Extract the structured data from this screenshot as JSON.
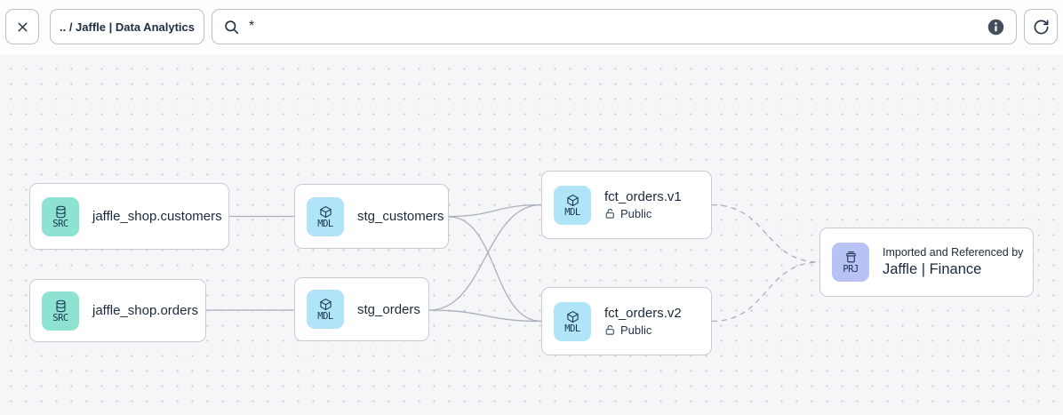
{
  "toolbar": {
    "close_button": {
      "icon": "close-icon"
    },
    "breadcrumb": {
      "label": ".. / Jaffle | Data Analytics"
    },
    "search": {
      "icon": "search-icon",
      "value": "*",
      "placeholder": "",
      "info_icon": "info-icon"
    },
    "refresh_button": {
      "icon": "refresh-icon"
    }
  },
  "colors": {
    "canvas_bg": "#f5f6f8",
    "dot": "#c9ccd3",
    "node_border": "#c7ccd4",
    "edge": "#a9b0bc",
    "text": "#1b2a3b",
    "source_badge_bg": "#8de2d2",
    "model_badge_bg": "#b0e4f8",
    "project_badge_bg": "#b9c2f5"
  },
  "graph": {
    "nodes": [
      {
        "id": "jaffle_shop_customers",
        "type": "source",
        "badge": "SRC",
        "icon": "database-icon",
        "label": "jaffle_shop.customers"
      },
      {
        "id": "jaffle_shop_orders",
        "type": "source",
        "badge": "SRC",
        "icon": "database-icon",
        "label": "jaffle_shop.orders"
      },
      {
        "id": "stg_customers",
        "type": "model",
        "badge": "MDL",
        "icon": "cube-icon",
        "label": "stg_customers"
      },
      {
        "id": "stg_orders",
        "type": "model",
        "badge": "MDL",
        "icon": "cube-icon",
        "label": "stg_orders"
      },
      {
        "id": "fct_orders_v1",
        "type": "model",
        "badge": "MDL",
        "icon": "cube-icon",
        "label": "fct_orders.v1",
        "access": "Public",
        "access_icon": "unlock-icon"
      },
      {
        "id": "fct_orders_v2",
        "type": "model",
        "badge": "MDL",
        "icon": "cube-icon",
        "label": "fct_orders.v2",
        "access": "Public",
        "access_icon": "unlock-icon"
      },
      {
        "id": "jaffle_finance",
        "type": "project",
        "badge": "PRJ",
        "icon": "archive-box-icon",
        "sublabel": "Imported and Referenced by",
        "label": "Jaffle | Finance"
      }
    ],
    "edges": [
      {
        "from": "jaffle_shop_customers",
        "to": "stg_customers",
        "style": "solid"
      },
      {
        "from": "jaffle_shop_orders",
        "to": "stg_orders",
        "style": "solid"
      },
      {
        "from": "stg_customers",
        "to": "fct_orders_v1",
        "style": "solid"
      },
      {
        "from": "stg_customers",
        "to": "fct_orders_v2",
        "style": "solid"
      },
      {
        "from": "stg_orders",
        "to": "fct_orders_v1",
        "style": "solid"
      },
      {
        "from": "stg_orders",
        "to": "fct_orders_v2",
        "style": "solid"
      },
      {
        "from": "fct_orders_v1",
        "to": "jaffle_finance",
        "style": "dashed"
      },
      {
        "from": "fct_orders_v2",
        "to": "jaffle_finance",
        "style": "dashed"
      }
    ]
  }
}
